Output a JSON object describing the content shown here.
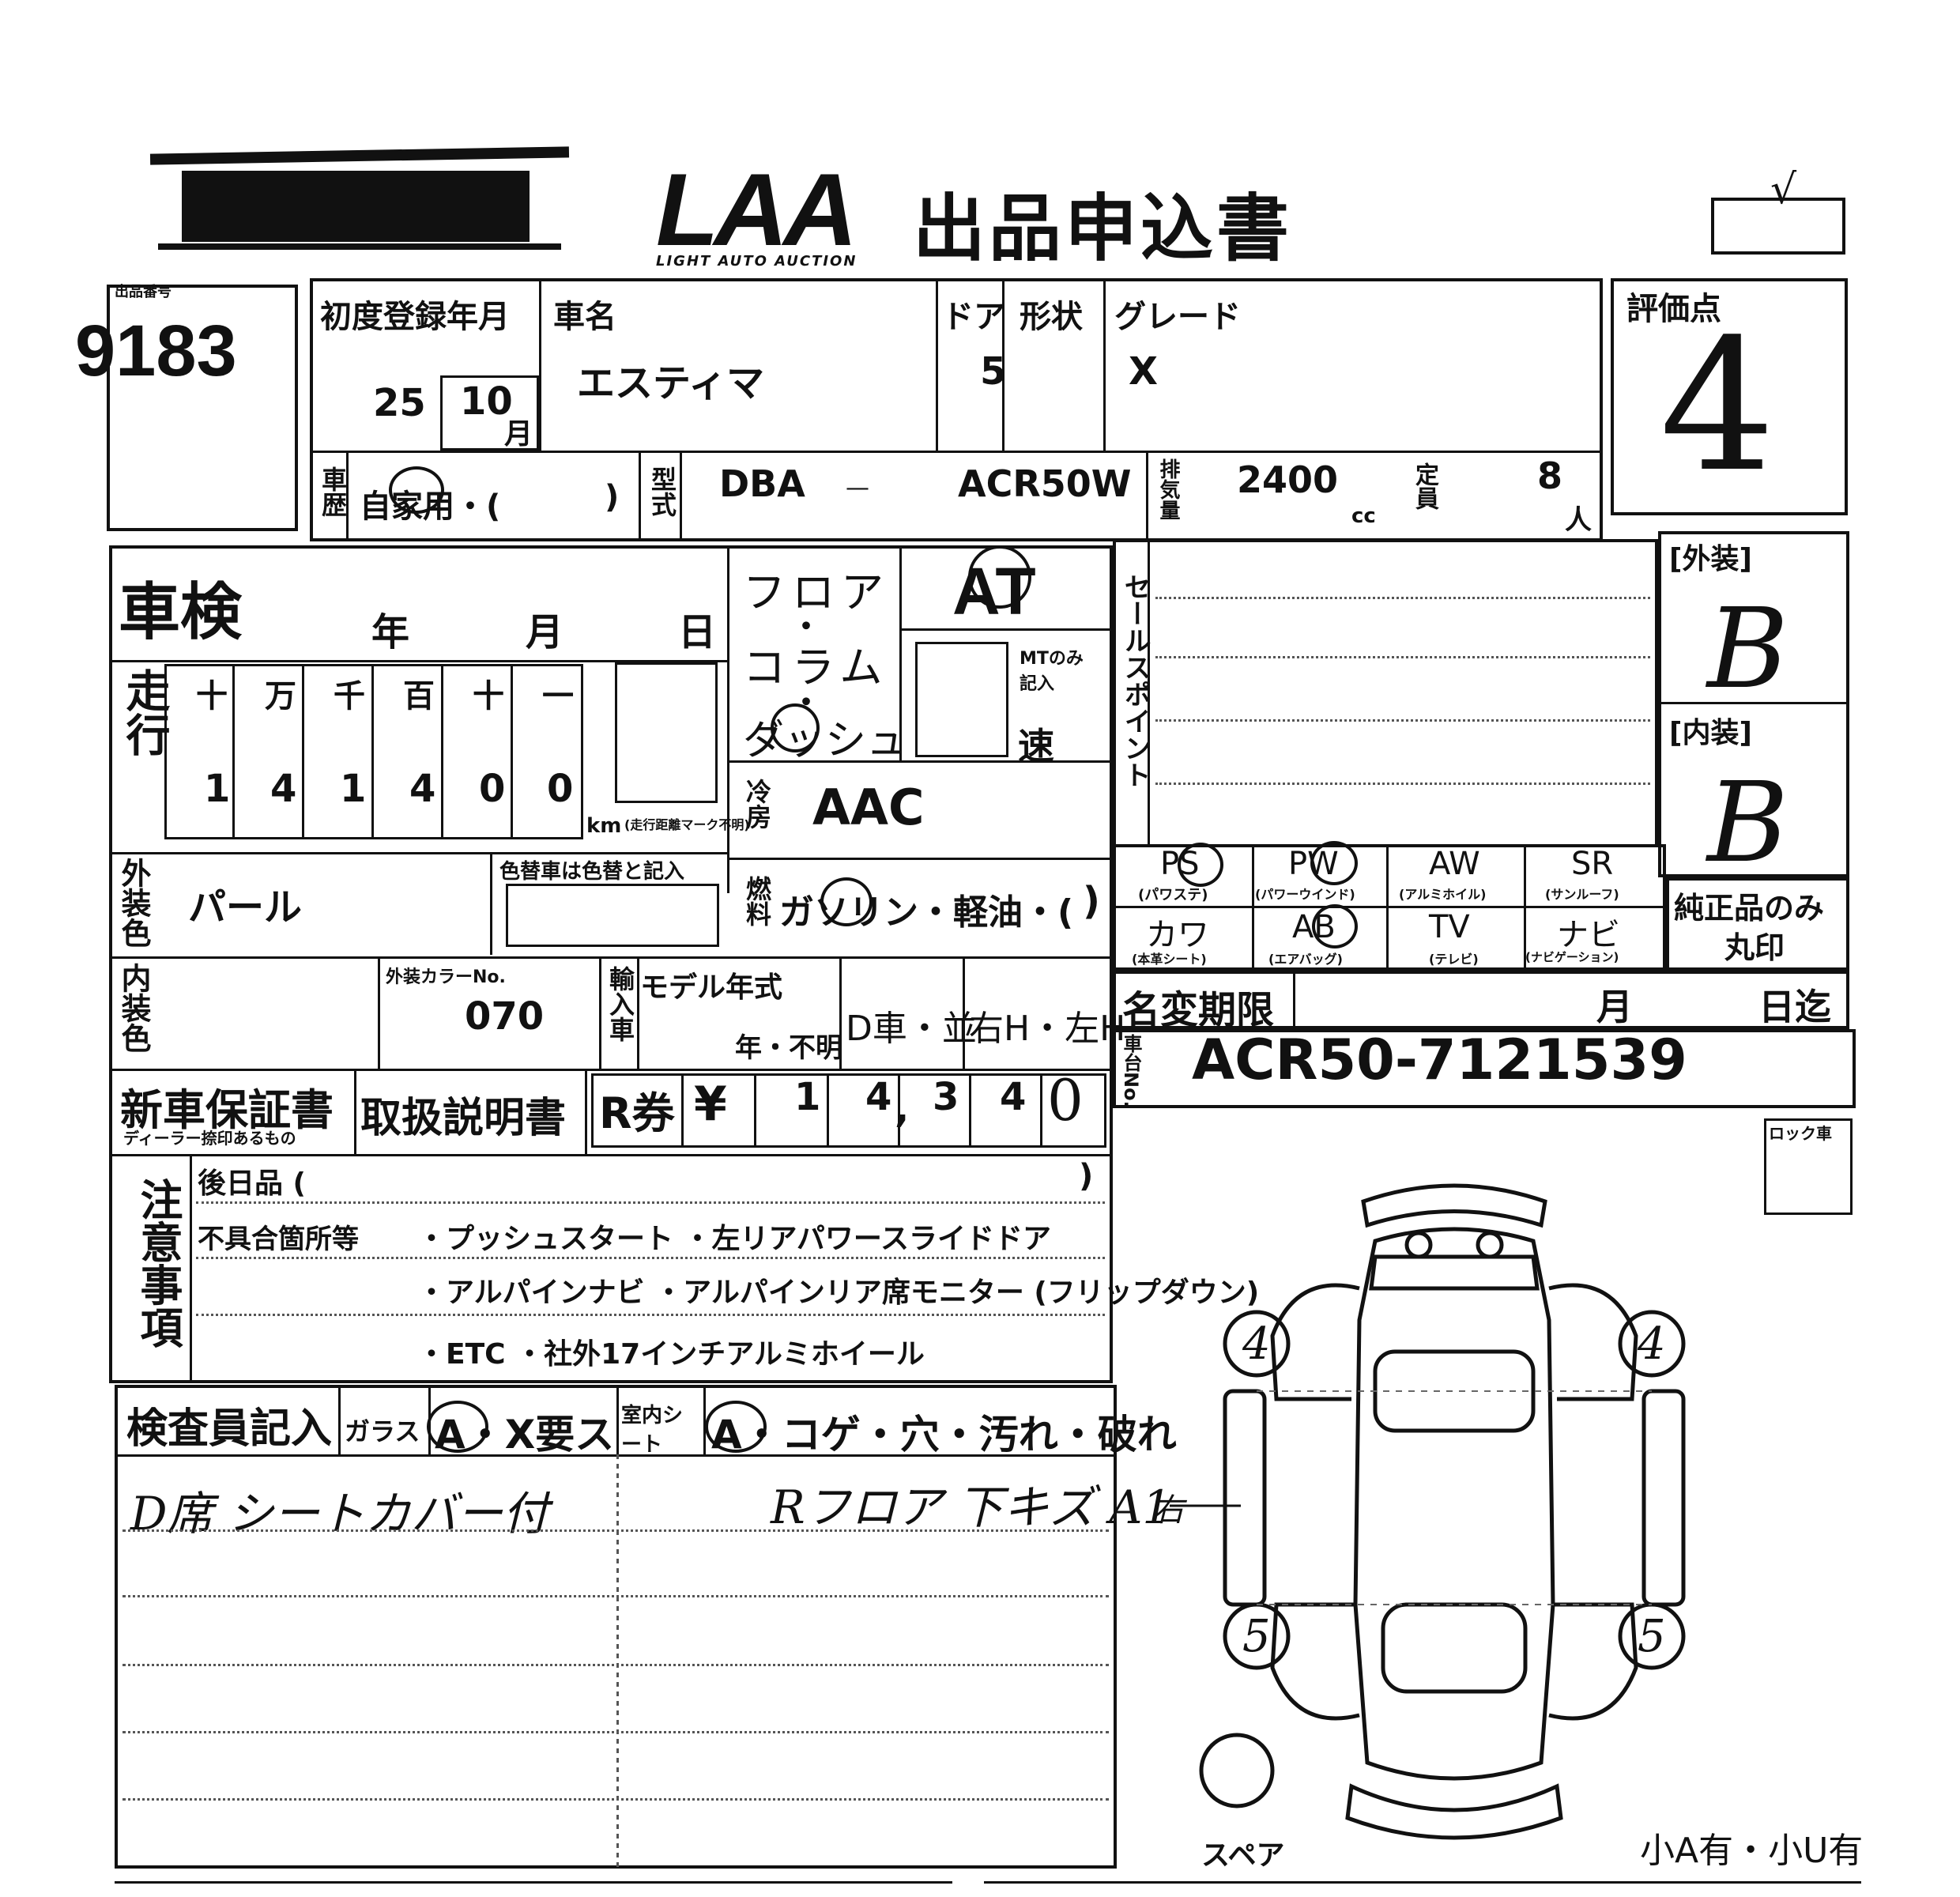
{
  "header": {
    "logo": "LAA",
    "logo_sub": "LIGHT AUTO AUCTION",
    "title": "出品申込書",
    "check_mark": "√"
  },
  "lot": {
    "label": "出品番号",
    "number": "9183"
  },
  "first_reg": {
    "label": "初度登録年月",
    "year": "25",
    "month": "10",
    "month_unit": "月"
  },
  "car_name": {
    "label": "車名",
    "value": "エスティマ"
  },
  "door": {
    "label": "ドア",
    "value": "5"
  },
  "shape": {
    "label": "形状"
  },
  "grade": {
    "label": "グレード",
    "value": "X"
  },
  "score": {
    "label": "評価点",
    "value": "4"
  },
  "history": {
    "label": "車歴",
    "value": "自家用・(",
    "close": ")"
  },
  "model": {
    "label": "型式",
    "prefix": "DBA",
    "dash": "—",
    "value": "ACR50W"
  },
  "displacement": {
    "label": "排気量",
    "value": "2400",
    "unit": "cc"
  },
  "capacity": {
    "label": "定員",
    "value": "8",
    "unit": "人"
  },
  "inspection": {
    "label": "車検",
    "year": "年",
    "month": "月",
    "day": "日"
  },
  "mileage": {
    "label": "走行",
    "digit_labels": [
      "十",
      "万",
      "千",
      "百",
      "十",
      "一"
    ],
    "digits": [
      "1",
      "4",
      "1",
      "4",
      "0",
      "0"
    ],
    "unit": "km",
    "note": "(走行距離マーク不明)"
  },
  "shift": {
    "floor": "フロア",
    "dot1": "・",
    "column": "コラム",
    "dot2": "・",
    "dash": "ダッシュ",
    "at": "AT",
    "mt_note": "MTのみ記入",
    "speed": "速"
  },
  "aircon": {
    "label": "冷房",
    "value": "AAC"
  },
  "sales_points": {
    "label": "セールスポイント"
  },
  "ext_grade": {
    "label": "[外装]",
    "value": "B"
  },
  "int_grade": {
    "label": "[内装]",
    "value": "B"
  },
  "options": [
    {
      "code": "PS",
      "sub": "(パワステ)",
      "circled": true
    },
    {
      "code": "PW",
      "sub": "(パワーウインド)",
      "circled": true
    },
    {
      "code": "AW",
      "sub": "(アルミホイル)",
      "circled": false
    },
    {
      "code": "SR",
      "sub": "(サンルーフ)",
      "circled": false
    },
    {
      "code": "カワ",
      "sub": "(本革シート)",
      "circled": false
    },
    {
      "code": "AB",
      "sub": "(エアバッグ)",
      "circled": true
    },
    {
      "code": "TV",
      "sub": "(テレビ)",
      "circled": false
    },
    {
      "code": "ナビ",
      "sub": "(ナビゲーション)",
      "circled": false
    }
  ],
  "genuine": {
    "line1": "純正品のみ",
    "line2": "丸印"
  },
  "ext_color": {
    "label": "外装色",
    "value": "パール",
    "repaint_note": "色替車は色替と記入"
  },
  "fuel": {
    "label": "燃料",
    "value": "ガソリン・軽油・(",
    "close": ")"
  },
  "int_color": {
    "label": "内装色"
  },
  "color_no": {
    "label": "外装カラーNo.",
    "value": "070"
  },
  "import": {
    "label": "輸入車",
    "model_year": "モデル年式",
    "unknown": "年・不明",
    "dealer": "D車・並",
    "handle": "右H・左H"
  },
  "name_change": {
    "label": "名変期限",
    "month": "月",
    "day": "日迄"
  },
  "chassis": {
    "label": "車台No.",
    "value": "ACR50-7121539"
  },
  "warranty": {
    "label": "新車保証書",
    "sub": "ディーラー捺印あるもの"
  },
  "manual": {
    "label": "取扱説明書"
  },
  "recycle": {
    "label": "R券",
    "yen": "¥",
    "digits": [
      "1",
      "4",
      "3",
      "4",
      "0"
    ],
    "comma": ","
  },
  "notes": {
    "label": "注意事項",
    "later": "後日品 (",
    "later_close": ")",
    "defects_label": "不具合箇所等",
    "lines": [
      "・プッシュスタート ・左リアパワースライドドア",
      "・アルパインナビ ・アルパインリア席モニター (フリップダウン)",
      "・ETC ・社外17インチアルミホイール"
    ]
  },
  "inspector": {
    "label": "検査員記入",
    "glass": "ガラス",
    "glass_opts": "A・X要ス",
    "interior": "室内シート",
    "interior_opts": "A・コゲ・穴・汚れ・破れ",
    "note1": "D席 シートカバー付",
    "note2": "Rフロア 下キズ A1"
  },
  "diagram": {
    "lock_label": "ロック車",
    "tire_fl": "4",
    "tire_fr": "4",
    "tire_rl": "5",
    "tire_rr": "5",
    "side_note": "右",
    "spare": "スペア",
    "scratch_note": "小A有・小U有"
  }
}
